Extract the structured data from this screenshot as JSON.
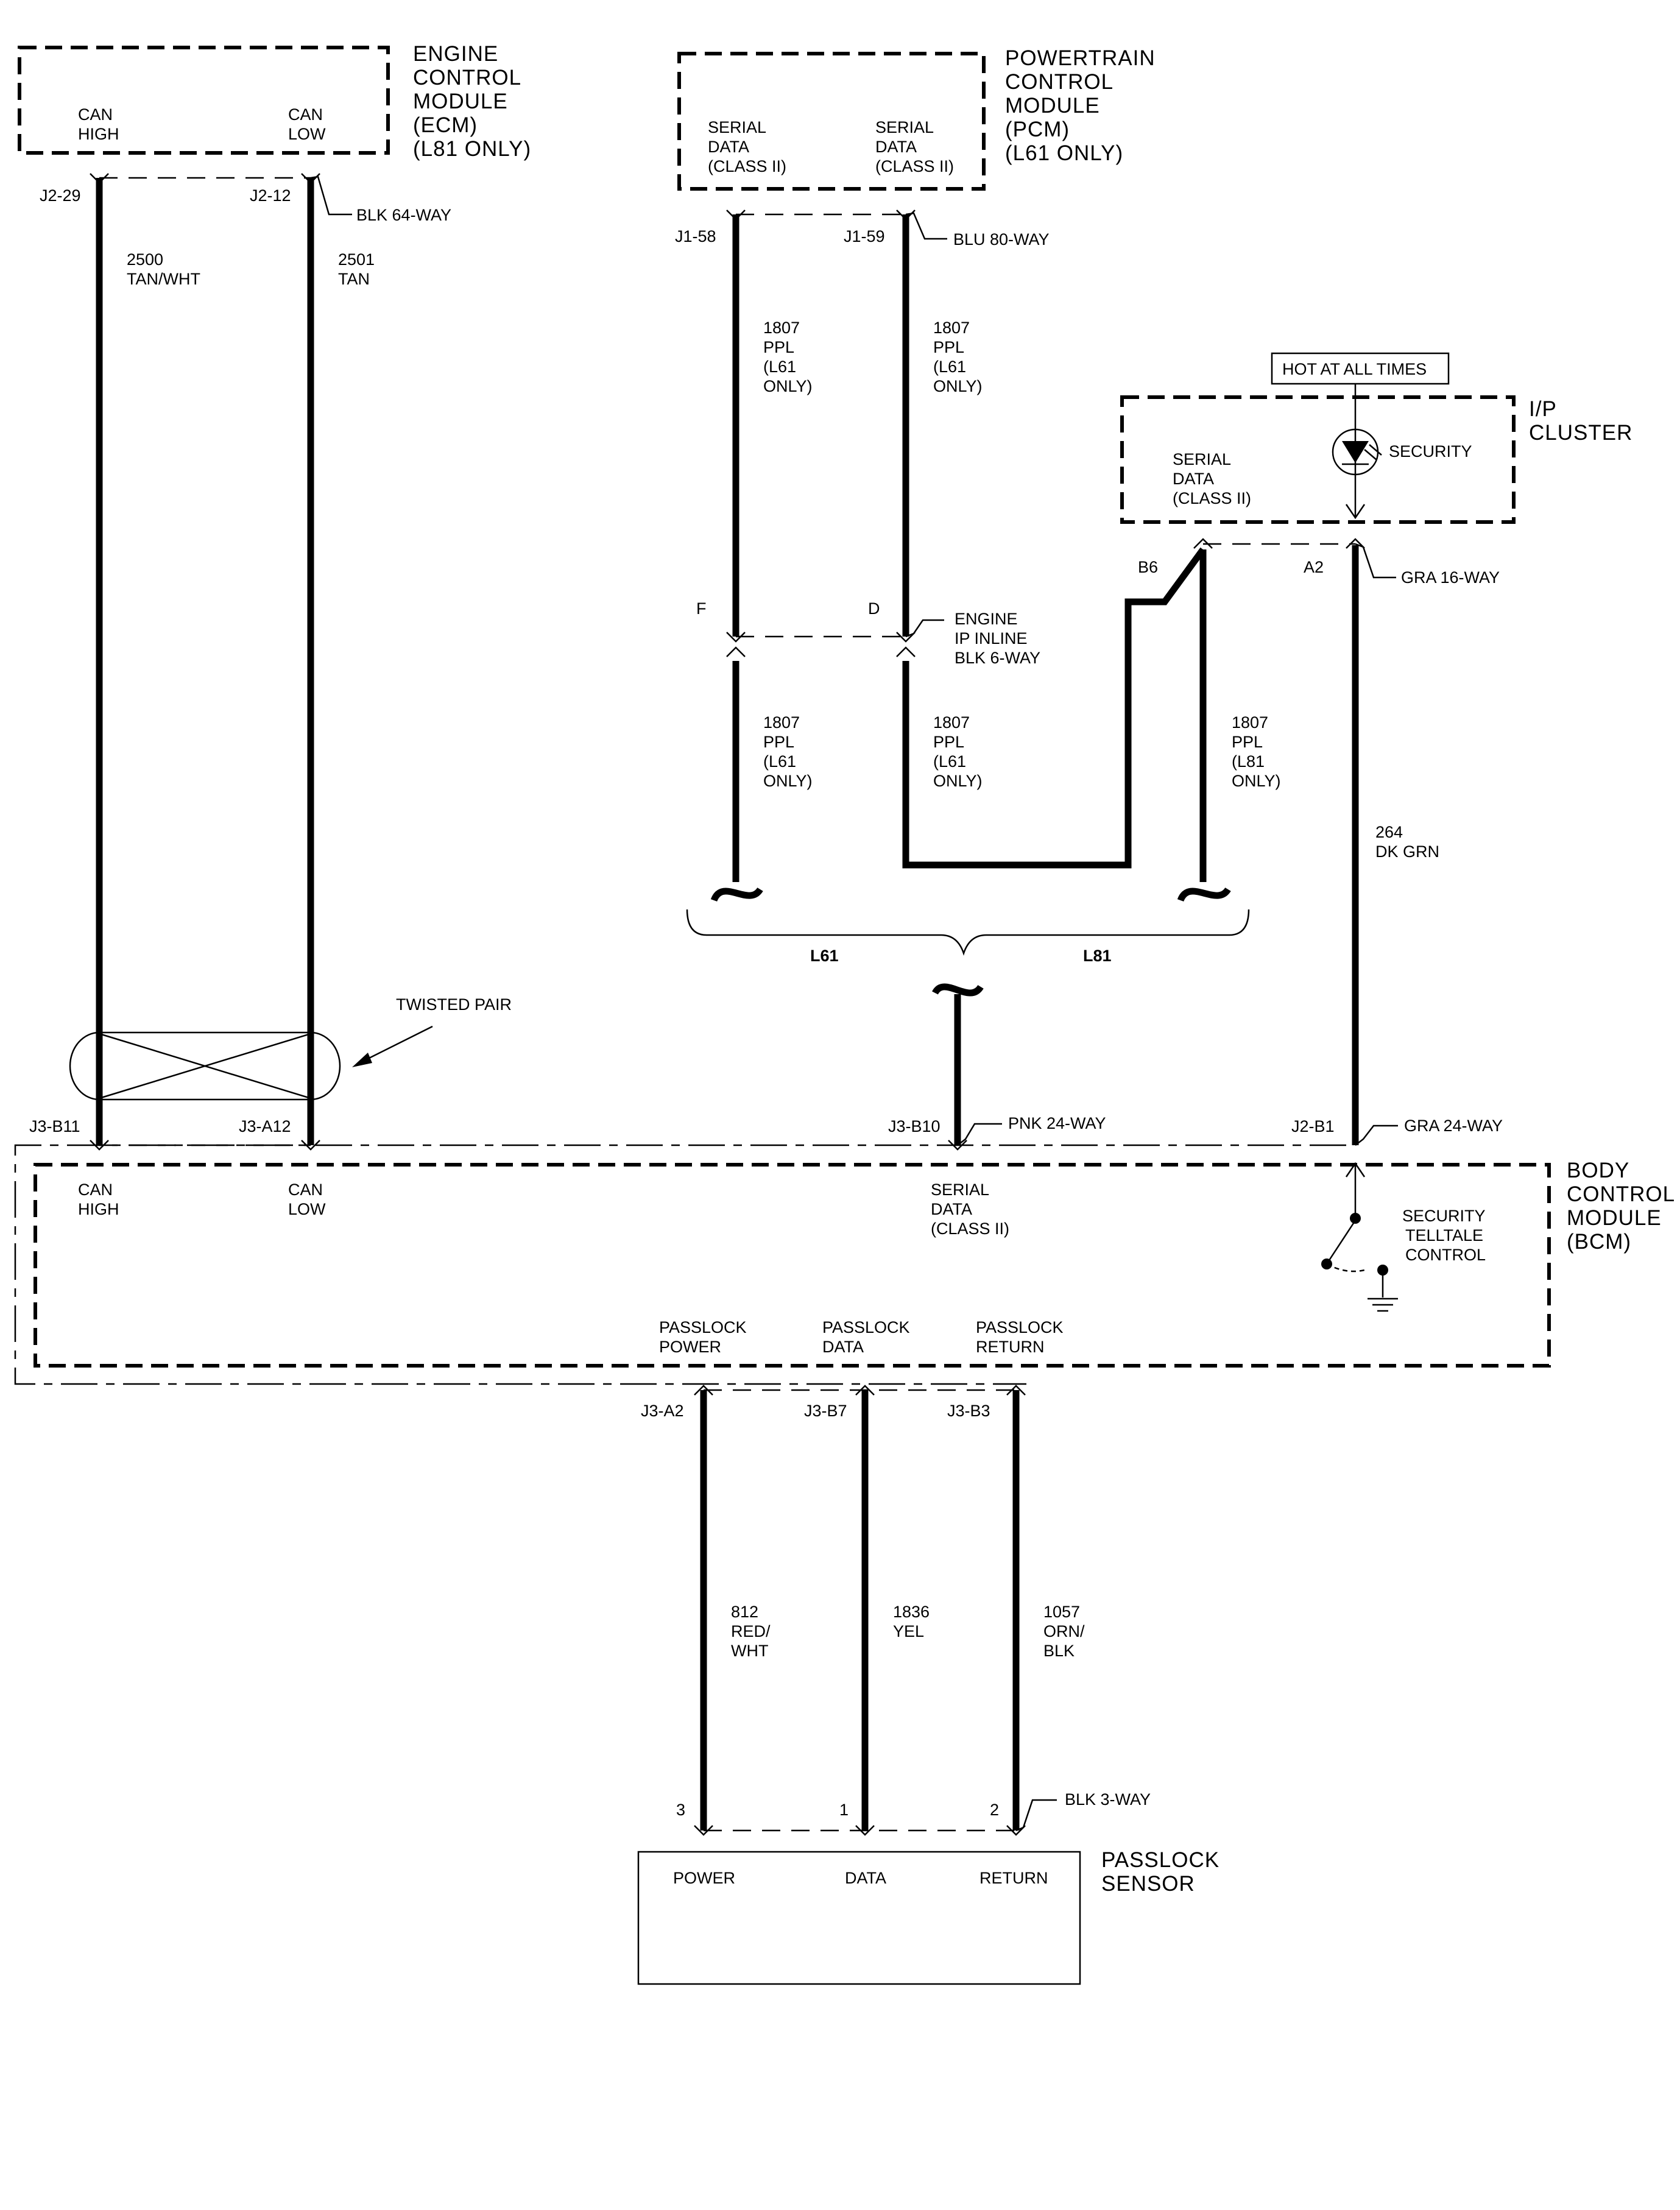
{
  "modules": {
    "ecm": {
      "title": [
        "ENGINE",
        "CONTROL",
        "MODULE",
        "(ECM)",
        "(L81 ONLY)"
      ],
      "pins": [
        [
          "CAN",
          "HIGH"
        ],
        [
          "CAN",
          "LOW"
        ]
      ]
    },
    "pcm": {
      "title": [
        "POWERTRAIN",
        "CONTROL",
        "MODULE",
        "(PCM)",
        "(L61 ONLY)"
      ],
      "pins": [
        [
          "SERIAL",
          "DATA",
          "(CLASS II)"
        ],
        [
          "SERIAL",
          "DATA",
          "(CLASS II)"
        ]
      ]
    },
    "ip_cluster": {
      "title": [
        "I/P",
        "CLUSTER"
      ],
      "hot_label": "HOT AT ALL TIMES",
      "serial": [
        "SERIAL",
        "DATA",
        "(CLASS II)"
      ],
      "security": "SECURITY"
    },
    "bcm": {
      "title": [
        "BODY",
        "CONTROL",
        "MODULE",
        "(BCM)"
      ],
      "can_high": [
        "CAN",
        "HIGH"
      ],
      "can_low": [
        "CAN",
        "LOW"
      ],
      "serial": [
        "SERIAL",
        "DATA",
        "(CLASS II)"
      ],
      "security": [
        "SECURITY",
        "TELLTALE",
        "CONTROL"
      ],
      "passlock": [
        [
          "PASSLOCK",
          "POWER"
        ],
        [
          "PASSLOCK",
          "DATA"
        ],
        [
          "PASSLOCK",
          "RETURN"
        ]
      ]
    },
    "sensor": {
      "title": [
        "PASSLOCK",
        "SENSOR"
      ],
      "pins": [
        "POWER",
        "DATA",
        "RETURN"
      ]
    }
  },
  "connectors": {
    "ecm_left": "J2-29",
    "ecm_right": "J2-12",
    "ecm_desc": "BLK 64-WAY",
    "pcm_left": "J1-58",
    "pcm_right": "J1-59",
    "pcm_desc": "BLU 80-WAY",
    "inline_f": "F",
    "inline_d": "D",
    "inline_desc": [
      "ENGINE",
      "IP INLINE",
      "BLK 6-WAY"
    ],
    "cluster_b6": "B6",
    "cluster_a2": "A2",
    "cluster_desc": "GRA 16-WAY",
    "bcm_b11": "J3-B11",
    "bcm_a12": "J3-A12",
    "bcm_b10": "J3-B10",
    "bcm_b10_desc": "PNK 24-WAY",
    "bcm_b1": "J2-B1",
    "bcm_b1_desc": "GRA 24-WAY",
    "bcm_a2": "J3-A2",
    "bcm_b7": "J3-B7",
    "bcm_b3": "J3-B3",
    "sensor_3": "3",
    "sensor_1": "1",
    "sensor_2": "2",
    "sensor_desc": "BLK 3-WAY"
  },
  "wires": {
    "w2500": [
      "2500",
      "TAN/WHT"
    ],
    "w2501": [
      "2501",
      "TAN"
    ],
    "w1807_pcm_a": [
      "1807",
      "PPL",
      "(L61",
      "ONLY)"
    ],
    "w1807_pcm_b": [
      "1807",
      "PPL",
      "(L61",
      "ONLY)"
    ],
    "w1807_low_a": [
      "1807",
      "PPL",
      "(L61",
      "ONLY)"
    ],
    "w1807_low_b": [
      "1807",
      "PPL",
      "(L61",
      "ONLY)"
    ],
    "w1807_l81": [
      "1807",
      "PPL",
      "(L81",
      "ONLY)"
    ],
    "w264": [
      "264",
      "DK GRN"
    ],
    "w812": [
      "812",
      "RED/",
      "WHT"
    ],
    "w1836": [
      "1836",
      "YEL"
    ],
    "w1057": [
      "1057",
      "ORN/",
      "BLK"
    ]
  },
  "options": {
    "left": "L61",
    "right": "L81"
  },
  "twisted_pair": "TWISTED PAIR"
}
